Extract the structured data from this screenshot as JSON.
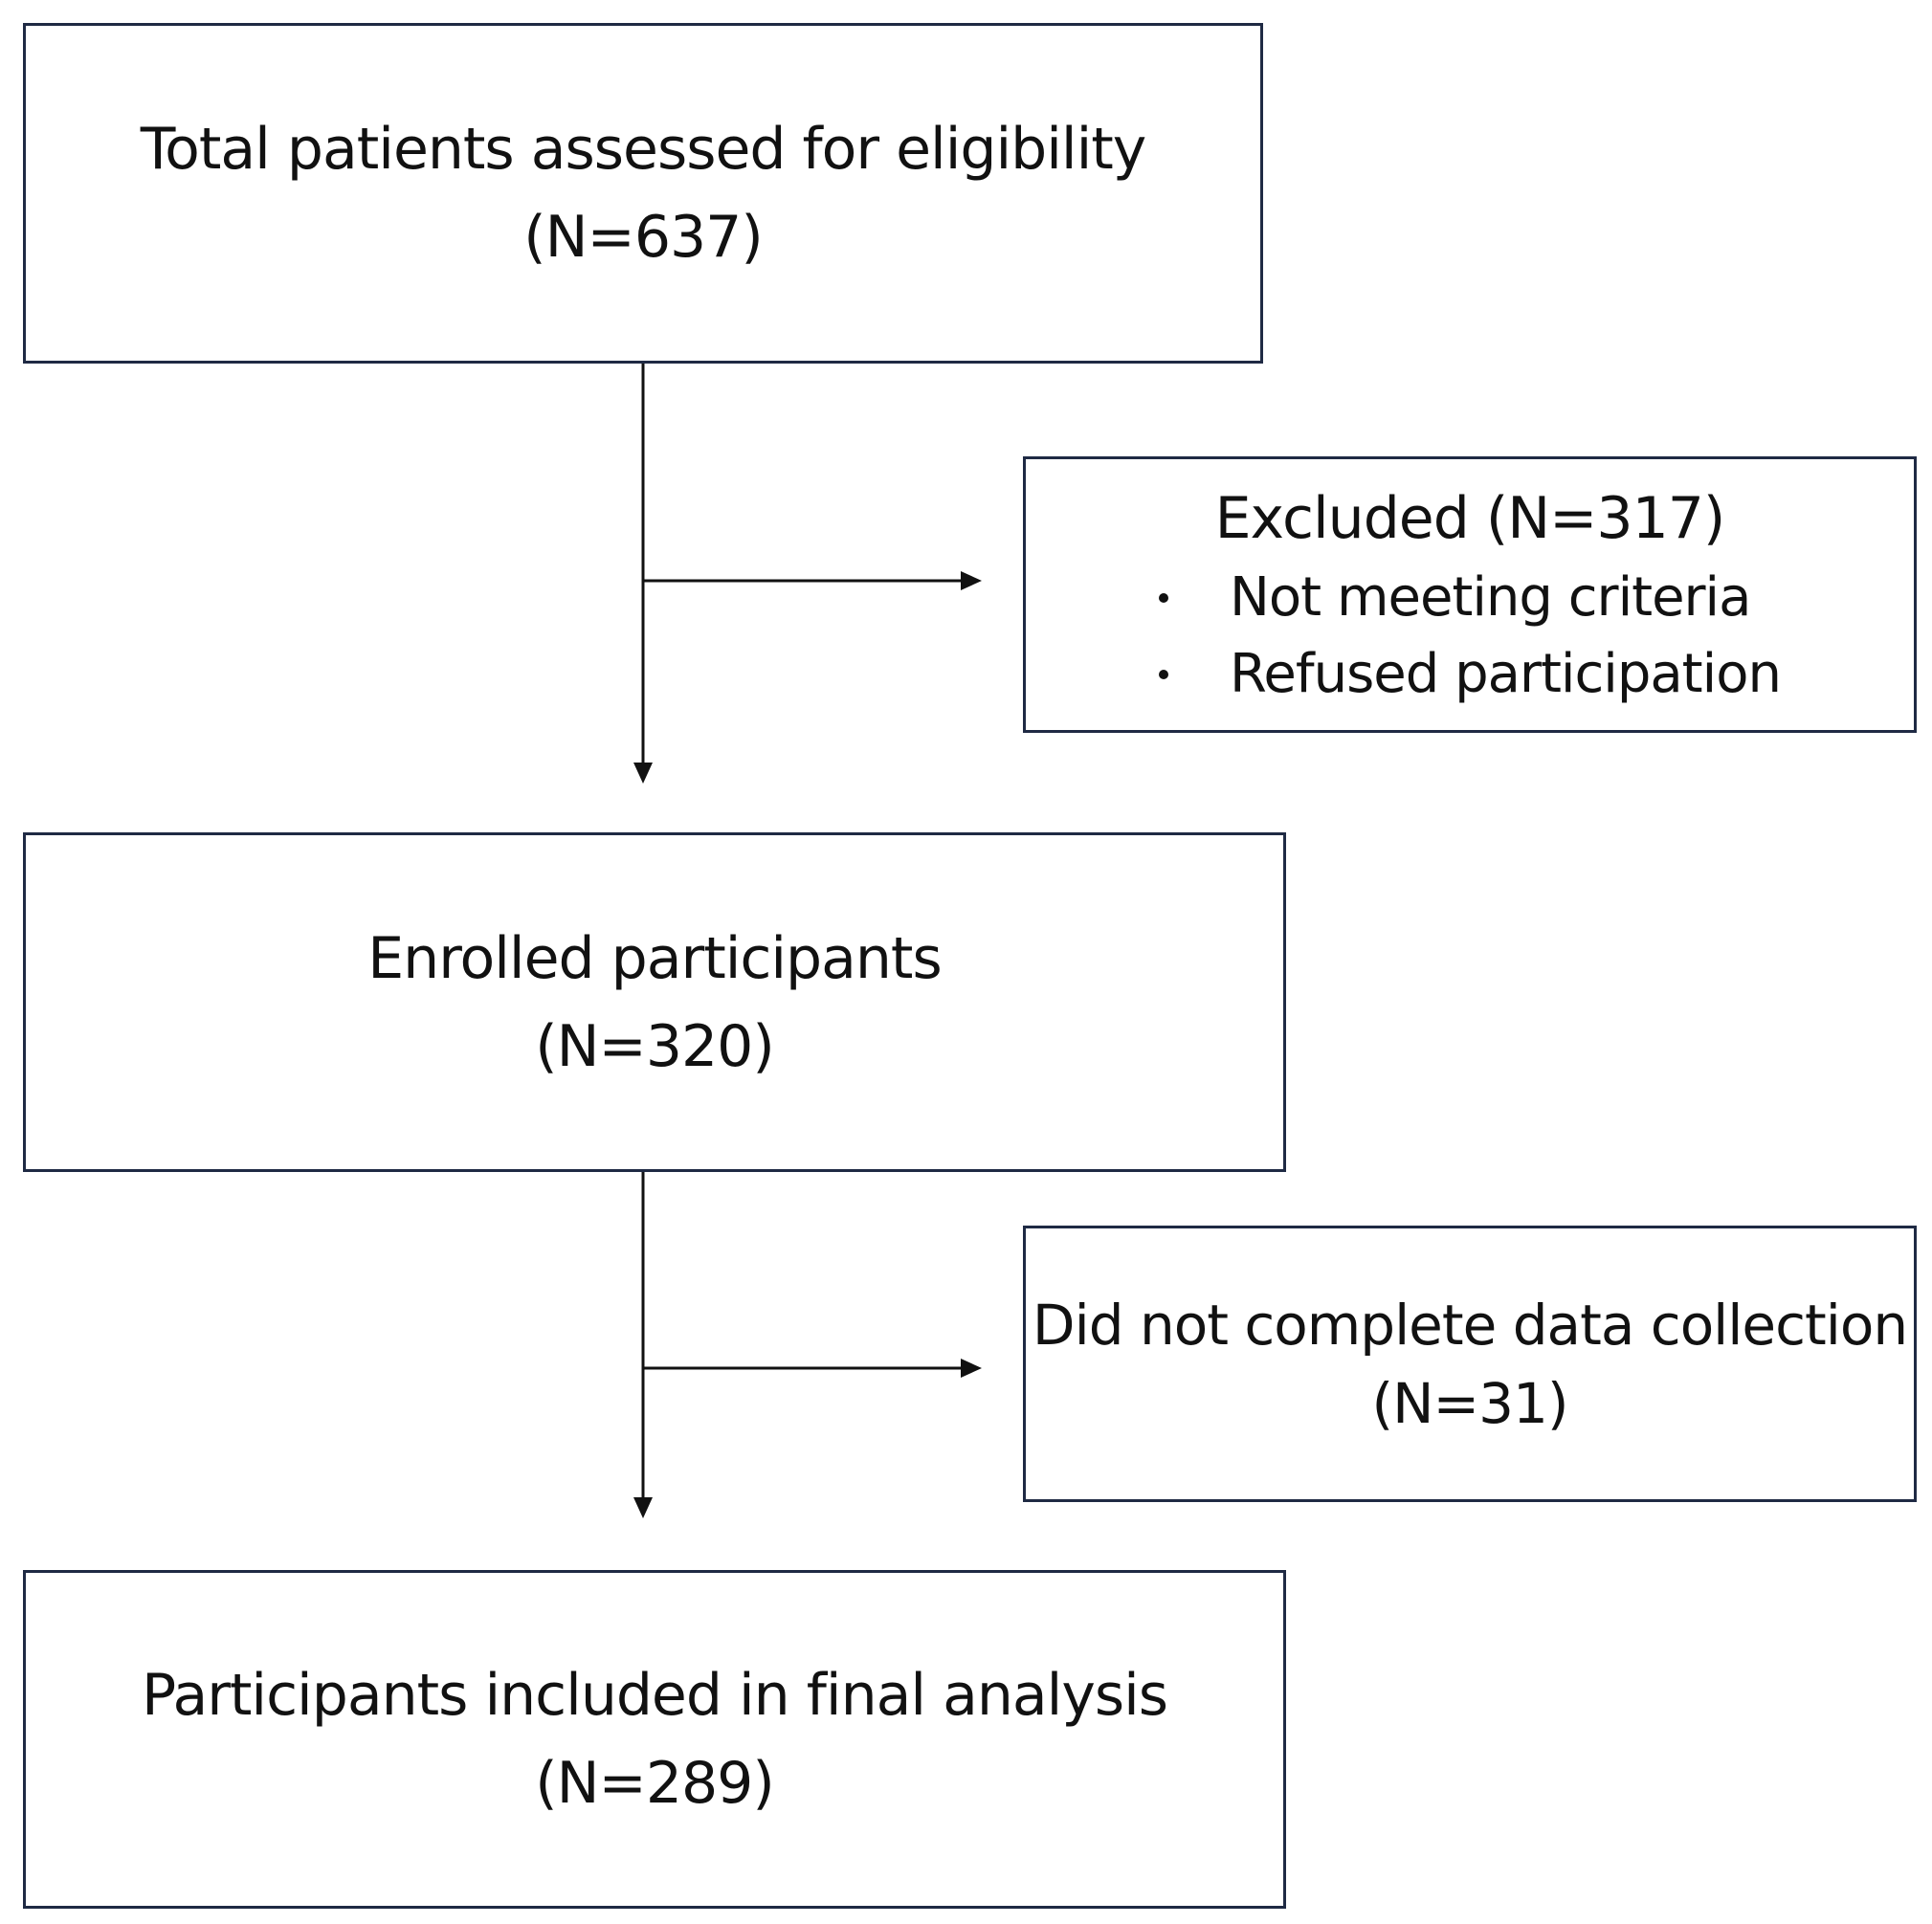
{
  "flowchart": {
    "screening": {
      "title": "Total patients assessed for eligibility",
      "count": "(N=637)"
    },
    "excluded": {
      "title": "Excluded (N=317)",
      "reasons": [
        "Not meeting criteria",
        "Refused participation"
      ]
    },
    "enrolled": {
      "title": "Enrolled participants",
      "count": "(N=320)"
    },
    "incomplete": {
      "title": "Did not complete data collection",
      "count": "(N=31)"
    },
    "final": {
      "title": "Participants included in final analysis",
      "count": "(N=289)"
    }
  },
  "colors": {
    "box_border": "#1f2a44",
    "arrow": "#111111"
  }
}
